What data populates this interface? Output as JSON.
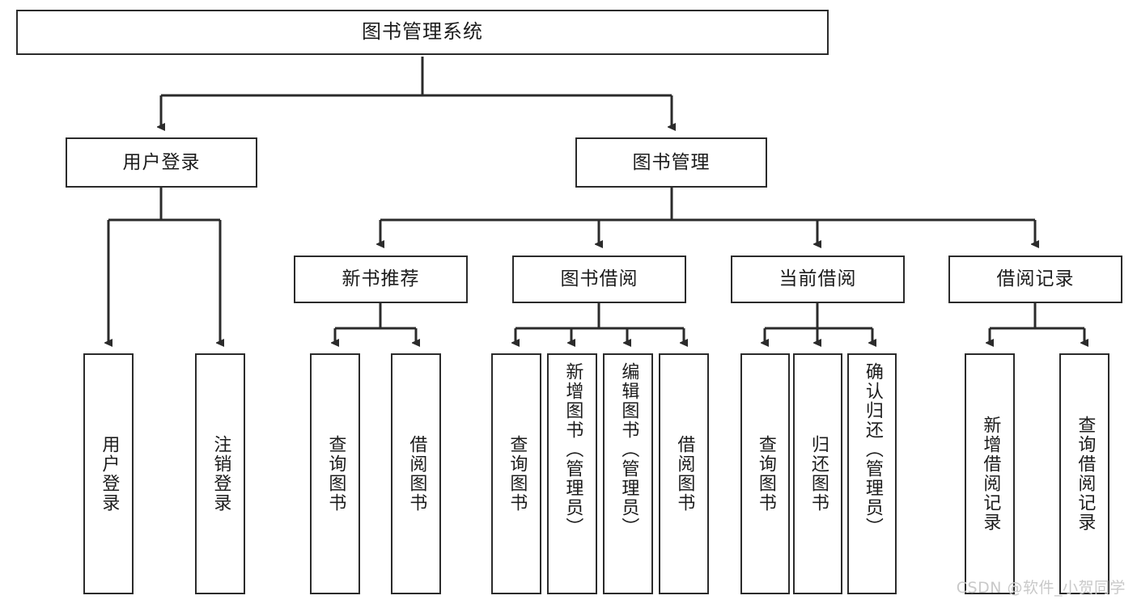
{
  "diagram": {
    "title": "图书管理系统",
    "type": "tree-hierarchy",
    "watermark": "CSDN @软件_小贺同学",
    "colors": {
      "border": "#2b2b2b",
      "background": "#ffffff",
      "text": "#1c1c1c",
      "watermark": "#c9c9c9"
    },
    "root": {
      "label": "图书管理系统"
    },
    "level2": [
      {
        "label": "用户登录"
      },
      {
        "label": "图书管理"
      }
    ],
    "level3": [
      {
        "label": "新书推荐"
      },
      {
        "label": "图书借阅"
      },
      {
        "label": "当前借阅"
      },
      {
        "label": "借阅记录"
      }
    ],
    "leaves": {
      "user_login": [
        {
          "label": "用户登录"
        },
        {
          "label": "注销登录"
        }
      ],
      "new_book_recommend": [
        {
          "label": "查询图书"
        },
        {
          "label": "借阅图书"
        }
      ],
      "book_borrow": [
        {
          "label": "查询图书"
        },
        {
          "label": "新增图书（管理员）"
        },
        {
          "label": "编辑图书（管理员）"
        },
        {
          "label": "借阅图书"
        }
      ],
      "current_borrow": [
        {
          "label": "查询图书"
        },
        {
          "label": "归还图书"
        },
        {
          "label": "确认归还（管理员）"
        }
      ],
      "borrow_records": [
        {
          "label": "新增借阅记录"
        },
        {
          "label": "查询借阅记录"
        }
      ]
    }
  }
}
